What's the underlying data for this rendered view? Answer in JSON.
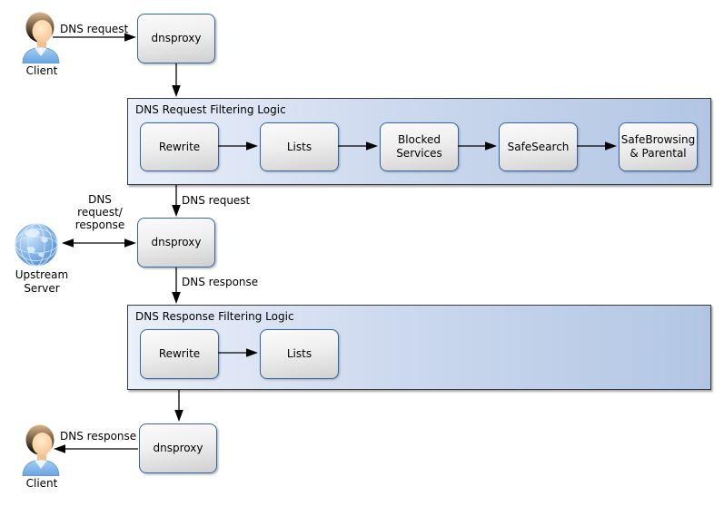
{
  "actors": {
    "client_top": {
      "label": "Client"
    },
    "client_bottom": {
      "label": "Client"
    },
    "upstream_server": {
      "label": "Upstream Server"
    }
  },
  "nodes": {
    "dnsproxy_top": {
      "label": "dnsproxy"
    },
    "dnsproxy_middle": {
      "label": "dnsproxy"
    },
    "dnsproxy_bottom": {
      "label": "dnsproxy"
    }
  },
  "groups": {
    "request_filtering": {
      "title": "DNS Request Filtering Logic",
      "steps": [
        {
          "label": "Rewrite"
        },
        {
          "label": "Lists"
        },
        {
          "label": "Blocked Services"
        },
        {
          "label": "SafeSearch"
        },
        {
          "label": "SafeBrowsing & Parental"
        }
      ]
    },
    "response_filtering": {
      "title": "DNS Response Filtering Logic",
      "steps": [
        {
          "label": "Rewrite"
        },
        {
          "label": "Lists"
        }
      ]
    }
  },
  "edge_labels": {
    "client_to_proxy": "DNS request",
    "filtered_request": "DNS request",
    "upstream_exchange": "DNS request/ response",
    "proxy_response": "DNS response",
    "response_to_client": "DNS response"
  },
  "icons": {
    "client": "person-icon",
    "upstream": "globe-icon"
  },
  "colors": {
    "node_border": "#3465a4",
    "group_border": "#3a3a3a",
    "group_fill_left": "#eaf0fa",
    "group_fill_right": "#b2c6e4",
    "node_fill_top": "#fbfbfb",
    "node_fill_bottom": "#cfcfcf",
    "arrow": "#000000",
    "background": "#ffffff"
  }
}
